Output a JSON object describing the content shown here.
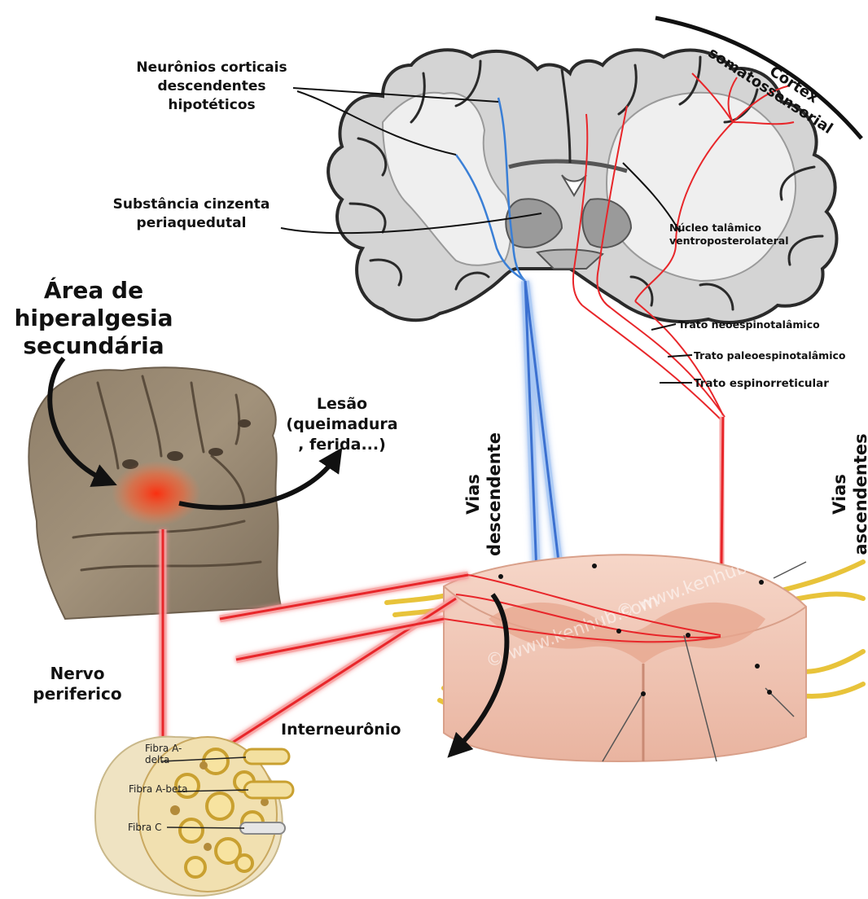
{
  "labels": {
    "cortex_line1": "Córtex",
    "cortex_line2": "somatossensorial",
    "neurons_line1": "Neurônios corticais",
    "neurons_line2": "descendentes",
    "neurons_line3": "hipotéticos",
    "pag_line1": "Substância cinzenta",
    "pag_line2": "periaquedutal",
    "thalamic_line1": "Núcleo talâmico",
    "thalamic_line2": "ventroposterolateral",
    "neo_tract": "Trato neoespinotalâmico",
    "paleo_tract": "Trato paleoespinotalâmico",
    "reticular_tract": "Trato espinorreticular",
    "hyper_line1": "Área de",
    "hyper_line2": "hiperalgesia",
    "hyper_line3": "secundária",
    "lesion_line1": "Lesão",
    "lesion_line2": "(queimadura",
    "lesion_line3": ", ferida...)",
    "desc_line1": "Vias",
    "desc_line2": "descendente",
    "asc_line1": "Vias",
    "asc_line2": "ascendentes",
    "nerve_line1": "Nervo",
    "nerve_line2": "periferico",
    "interneuron": "Interneurônio",
    "fiber_adelta_line1": "Fibra A-",
    "fiber_adelta_line2": "delta",
    "fiber_abeta": "Fibra A-beta",
    "fiber_c": "Fibra C"
  },
  "watermark": "© www.kenhub.com",
  "colors": {
    "ascending": "#e8262a",
    "descending": "#3a7fd6",
    "brain_gray": "#c9c9c9",
    "brain_outline": "#2a2a2a",
    "spinal": "#f0c8b8",
    "nerve_yellow": "#e8c33a",
    "hand_skin": "#9a8a74",
    "lesion": "#ff3b1f"
  }
}
